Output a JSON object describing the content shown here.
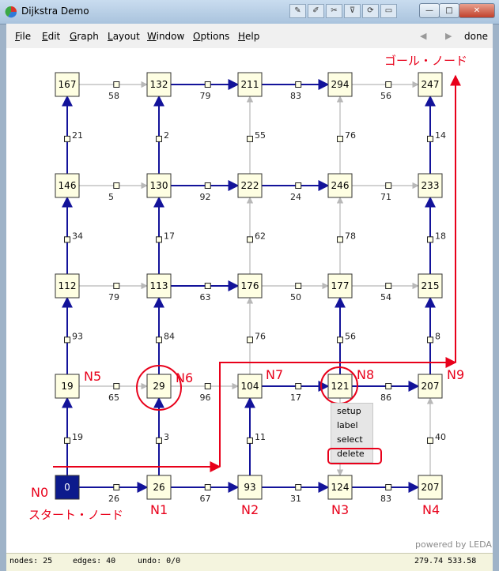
{
  "window": {
    "title": "Dijkstra Demo",
    "done": "done"
  },
  "titlebar_tools": [
    {
      "name": "annotate-tool-icon",
      "glyph": "✎"
    },
    {
      "name": "edit-tool-icon",
      "glyph": "✐"
    },
    {
      "name": "scissors-tool-icon",
      "glyph": "✂"
    },
    {
      "name": "funnel-tool-icon",
      "glyph": "⊽"
    },
    {
      "name": "refresh-tool-icon",
      "glyph": "⟳"
    },
    {
      "name": "window-tool-icon",
      "glyph": "▭"
    }
  ],
  "window_buttons": {
    "minimize": "—",
    "maximize": "□",
    "close": "✕"
  },
  "menu": {
    "items": [
      {
        "key": "F",
        "rest": "ile"
      },
      {
        "key": "E",
        "rest": "dit"
      },
      {
        "key": "G",
        "rest": "raph"
      },
      {
        "key": "L",
        "rest": "ayout"
      },
      {
        "key": "W",
        "rest": "indow"
      },
      {
        "key": "O",
        "rest": "ptions"
      },
      {
        "key": "H",
        "rest": "elp"
      }
    ],
    "prev": "◀",
    "next": "▶"
  },
  "graph": {
    "nodes": [
      {
        "id": "n20",
        "label": "167"
      },
      {
        "id": "n21",
        "label": "132"
      },
      {
        "id": "n22",
        "label": "211"
      },
      {
        "id": "n23",
        "label": "294"
      },
      {
        "id": "n24",
        "label": "247"
      },
      {
        "id": "n15",
        "label": "146"
      },
      {
        "id": "n16",
        "label": "130"
      },
      {
        "id": "n17",
        "label": "222"
      },
      {
        "id": "n18",
        "label": "246"
      },
      {
        "id": "n19",
        "label": "233"
      },
      {
        "id": "n10",
        "label": "112"
      },
      {
        "id": "n11",
        "label": "113"
      },
      {
        "id": "n12",
        "label": "176"
      },
      {
        "id": "n13",
        "label": "177"
      },
      {
        "id": "n14",
        "label": "215"
      },
      {
        "id": "n5",
        "label": "19"
      },
      {
        "id": "n6",
        "label": "29"
      },
      {
        "id": "n7",
        "label": "104"
      },
      {
        "id": "n8",
        "label": "121"
      },
      {
        "id": "n9",
        "label": "207"
      },
      {
        "id": "n0",
        "label": "0",
        "source": true
      },
      {
        "id": "n1",
        "label": "26"
      },
      {
        "id": "n2",
        "label": "93"
      },
      {
        "id": "n3",
        "label": "124"
      },
      {
        "id": "n4",
        "label": "207"
      }
    ],
    "edges": [
      {
        "from": "n0",
        "to": "n1",
        "weight": "26",
        "tree": true
      },
      {
        "from": "n1",
        "to": "n2",
        "weight": "67",
        "tree": true
      },
      {
        "from": "n2",
        "to": "n3",
        "weight": "31",
        "tree": true
      },
      {
        "from": "n3",
        "to": "n4",
        "weight": "83",
        "tree": true
      },
      {
        "from": "n5",
        "to": "n6",
        "weight": "65",
        "tree": false
      },
      {
        "from": "n6",
        "to": "n7",
        "weight": "96",
        "tree": false
      },
      {
        "from": "n7",
        "to": "n8",
        "weight": "17",
        "tree": true
      },
      {
        "from": "n8",
        "to": "n9",
        "weight": "86",
        "tree": true
      },
      {
        "from": "n10",
        "to": "n11",
        "weight": "79",
        "tree": false
      },
      {
        "from": "n11",
        "to": "n12",
        "weight": "63",
        "tree": true
      },
      {
        "from": "n12",
        "to": "n13",
        "weight": "50",
        "tree": false
      },
      {
        "from": "n13",
        "to": "n14",
        "weight": "54",
        "tree": false
      },
      {
        "from": "n15",
        "to": "n16",
        "weight": "5",
        "tree": false
      },
      {
        "from": "n16",
        "to": "n17",
        "weight": "92",
        "tree": true
      },
      {
        "from": "n17",
        "to": "n18",
        "weight": "24",
        "tree": true
      },
      {
        "from": "n18",
        "to": "n19",
        "weight": "71",
        "tree": false
      },
      {
        "from": "n20",
        "to": "n21",
        "weight": "58",
        "tree": false
      },
      {
        "from": "n21",
        "to": "n22",
        "weight": "79",
        "tree": true
      },
      {
        "from": "n22",
        "to": "n23",
        "weight": "83",
        "tree": true
      },
      {
        "from": "n23",
        "to": "n24",
        "weight": "56",
        "tree": false
      },
      {
        "from": "n0",
        "to": "n5",
        "weight": "19",
        "tree": true
      },
      {
        "from": "n5",
        "to": "n10",
        "weight": "93",
        "tree": true
      },
      {
        "from": "n10",
        "to": "n15",
        "weight": "34",
        "tree": true
      },
      {
        "from": "n15",
        "to": "n20",
        "weight": "21",
        "tree": true
      },
      {
        "from": "n1",
        "to": "n6",
        "weight": "3",
        "tree": true
      },
      {
        "from": "n6",
        "to": "n11",
        "weight": "84",
        "tree": true
      },
      {
        "from": "n11",
        "to": "n16",
        "weight": "17",
        "tree": true
      },
      {
        "from": "n16",
        "to": "n21",
        "weight": "2",
        "tree": true
      },
      {
        "from": "n2",
        "to": "n7",
        "weight": "11",
        "tree": true
      },
      {
        "from": "n7",
        "to": "n12",
        "weight": "76",
        "tree": false
      },
      {
        "from": "n12",
        "to": "n17",
        "weight": "62",
        "tree": false
      },
      {
        "from": "n17",
        "to": "n22",
        "weight": "55",
        "tree": false
      },
      {
        "from": "n8",
        "to": "n3",
        "weight": "",
        "tree": false
      },
      {
        "from": "n8",
        "to": "n13",
        "weight": "56",
        "tree": true
      },
      {
        "from": "n13",
        "to": "n18",
        "weight": "78",
        "tree": false
      },
      {
        "from": "n18",
        "to": "n23",
        "weight": "76",
        "tree": false
      },
      {
        "from": "n4",
        "to": "n9",
        "weight": "40",
        "tree": false
      },
      {
        "from": "n9",
        "to": "n14",
        "weight": "8",
        "tree": true
      },
      {
        "from": "n14",
        "to": "n19",
        "weight": "18",
        "tree": true
      },
      {
        "from": "n19",
        "to": "n24",
        "weight": "14",
        "tree": true
      }
    ]
  },
  "annotations": {
    "start_label": "スタート・ノード",
    "goal_label": "ゴール・ノード",
    "node_tags": [
      "N0",
      "N1",
      "N2",
      "N3",
      "N4",
      "N5",
      "N6",
      "N7",
      "N8",
      "N9"
    ],
    "color": "#e8001a"
  },
  "context_menu": {
    "items": [
      "setup",
      "label",
      "select",
      "delete"
    ]
  },
  "footer": {
    "powered": "powered by LEDA"
  },
  "status": {
    "nodes": "nodes: 25",
    "edges": "edges: 40",
    "undo": "undo: 0/0",
    "coords": "279.74  533.58"
  },
  "colors": {
    "tree_edge": "#13139a",
    "plain_edge": "#b8b8b8",
    "node_fill": "#fefee2",
    "source_fill": "#0c1a8c"
  }
}
